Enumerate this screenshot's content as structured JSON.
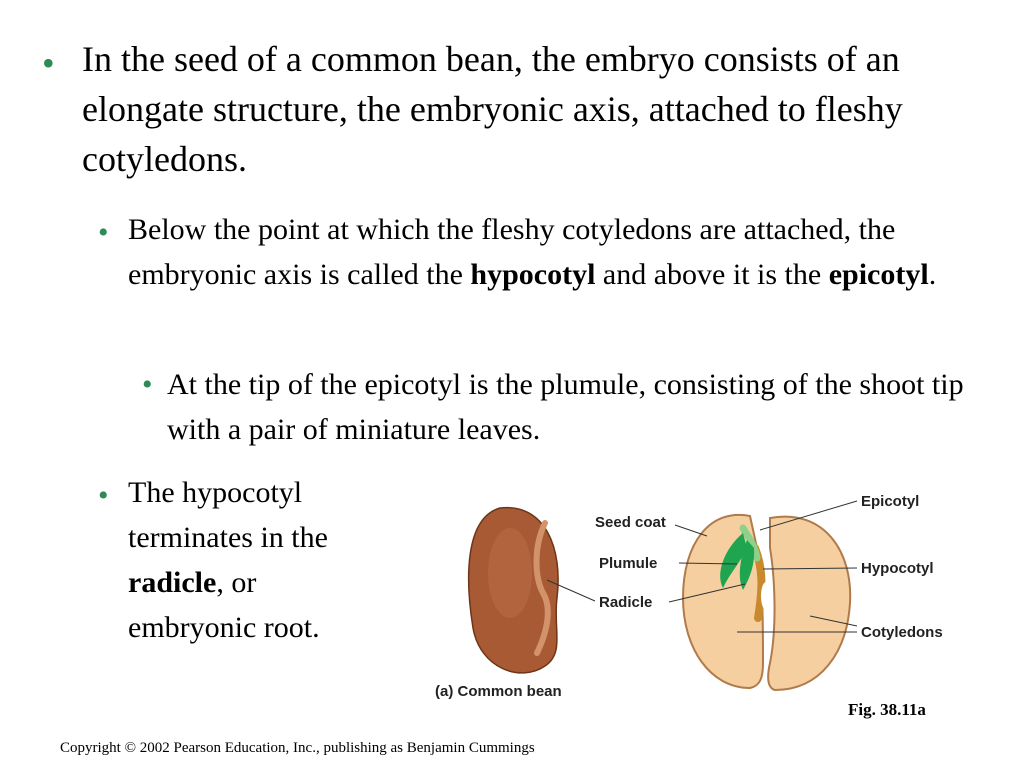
{
  "slide": {
    "bullet1": "In the seed of a common bean, the embryo consists of an elongate structure, the embryonic axis, attached to fleshy cotyledons.",
    "bullet2": {
      "pre": "Below the point at which the fleshy cotyledons are attached, the embryonic axis is called the ",
      "term1": "hypocotyl",
      "mid": " and above it is the ",
      "term2": "epicotyl",
      "post": "."
    },
    "bullet3": "At the tip of the epicotyl is the plumule, consisting of the shoot tip with a pair of miniature leaves.",
    "bullet4": {
      "pre": "The hypocotyl terminates in the ",
      "term": "radicle",
      "post": ", or embryonic root."
    }
  },
  "figure": {
    "labels": {
      "seed_coat": "Seed coat",
      "plumule": "Plumule",
      "radicle": "Radicle",
      "epicotyl": "Epicotyl",
      "hypocotyl": "Hypocotyl",
      "cotyledons": "Cotyledons"
    },
    "caption": "(a) Common bean",
    "fig_ref": "Fig. 38.11a"
  },
  "footer": {
    "copyright": "Copyright © 2002 Pearson Education, Inc., publishing as Benjamin Cummings"
  },
  "colors": {
    "bullet": "#2e8b57",
    "seed_coat": "#a85a35",
    "cotyledon": "#f5cfa0",
    "plumule": "#1fa54f"
  }
}
